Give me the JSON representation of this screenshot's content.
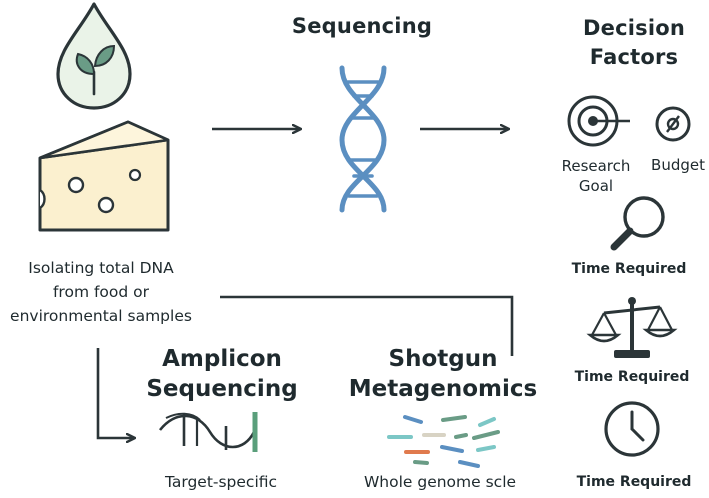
{
  "sequencing": {
    "title": "Sequencing"
  },
  "decision": {
    "title_line1": "Decision",
    "title_line2": "Factors"
  },
  "factors": {
    "research_goal_line1": "Research",
    "research_goal_line2": "Goal",
    "budget": "Budget",
    "time_required_1": "Time Required",
    "time_required_2": "Time Required",
    "time_required_3": "Time Required"
  },
  "isolation": {
    "line1": "Isolating total DNA",
    "line2": "from food or",
    "line3": "environmental samples"
  },
  "amplicon": {
    "title_line1": "Amplicon",
    "title_line2": "Sequencing",
    "caption": "Target-specific"
  },
  "shotgun": {
    "title_line1": "Shotgun",
    "title_line2": "Metagenomics",
    "caption": "Whole genome scle"
  },
  "colors": {
    "outline": "#2b3538",
    "drop_fill": "#eaf3e8",
    "leaf": "#6a9c86",
    "cheese": "#fbf0cf",
    "dna": "#5b8fc1",
    "accent_green": "#5a9f7b"
  },
  "icons": {
    "drop": "water-drop-with-leaf-icon",
    "cheese": "cheese-icon",
    "dna": "dna-helix-icon",
    "target": "target-icon",
    "budget": "coin-icon",
    "magnifier": "magnifier-icon",
    "scales": "balance-scale-icon",
    "clock": "clock-icon"
  }
}
